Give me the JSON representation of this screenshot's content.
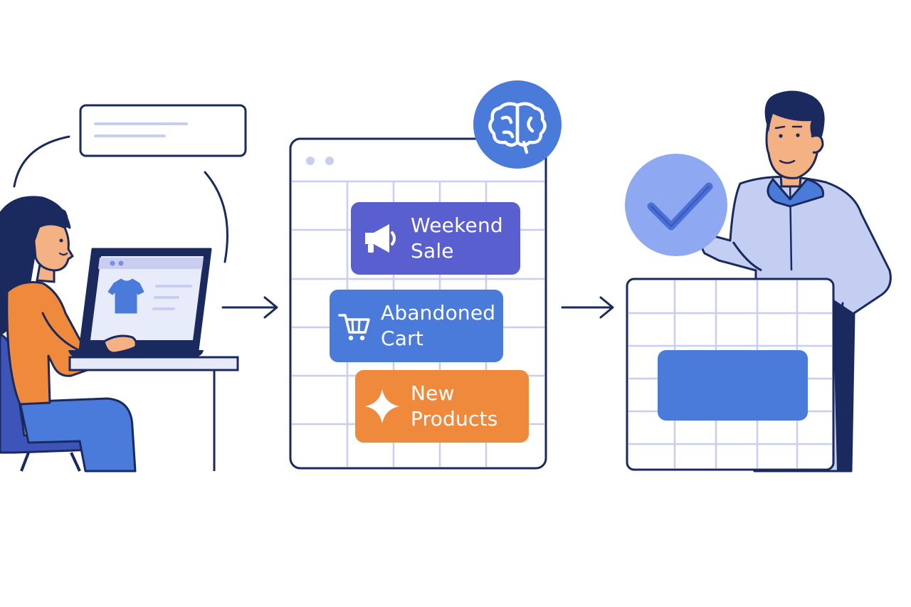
{
  "colors": {
    "outline": "#1b2a5e",
    "grid": "#c9cdf0",
    "weekend_tag": "#5a5fcf",
    "cart_tag": "#4a7bdb",
    "new_tag": "#ef8a3c",
    "accent_blue": "#4a7bdb",
    "check_badge": "#8fa8f2",
    "shirt": "#8aa6e8"
  },
  "icons": [
    "brain-icon",
    "megaphone-icon",
    "cart-icon",
    "sparkle-icon",
    "checkmark-icon",
    "tshirt-icon",
    "arrow-right-icon"
  ],
  "segments": [
    {
      "label": "Weekend\nSale",
      "icon": "megaphone-icon"
    },
    {
      "label": "Abandoned\nCart",
      "icon": "cart-icon"
    },
    {
      "label": "New\nProducts",
      "icon": "sparkle-icon"
    }
  ]
}
